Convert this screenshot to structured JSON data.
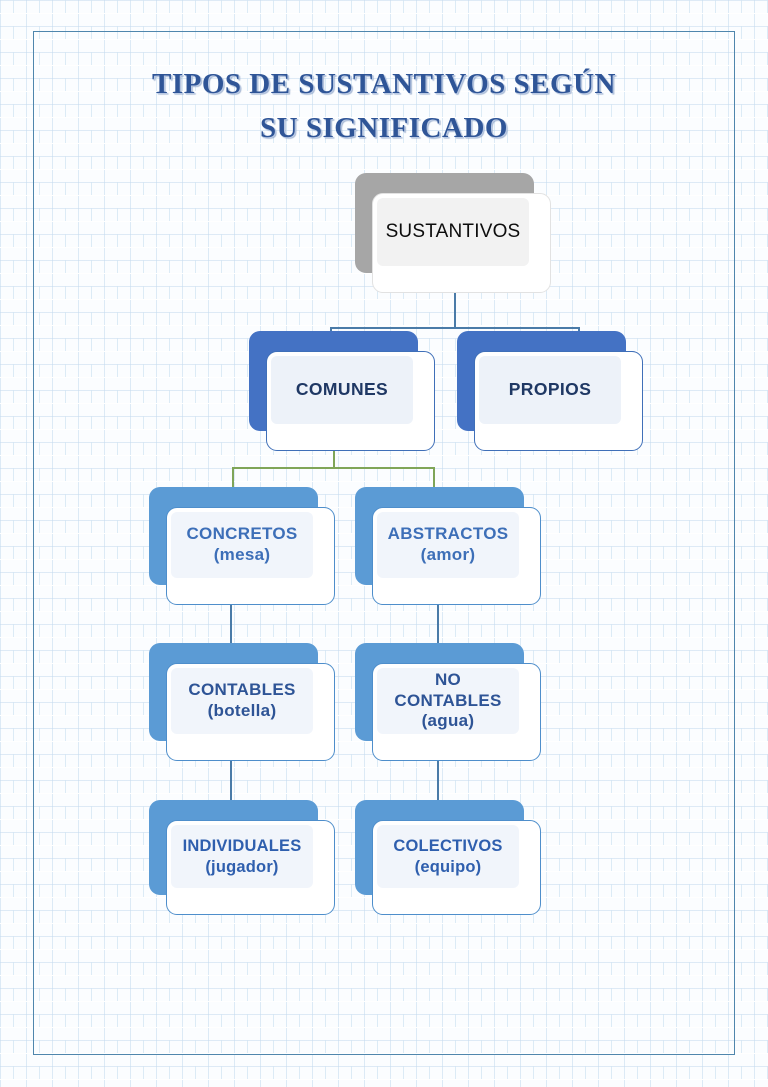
{
  "document": {
    "title_line_1": "TIPOS DE SUSTANTIVOS SEGÚN",
    "title_line_2": "SU SIGNIFICADO",
    "title_color": "#2f5597",
    "border_color": "#4f86ad",
    "background": "light-blue-brick-texture"
  },
  "diagram": {
    "type": "tree",
    "root": {
      "id": "sustantivos",
      "label": "SUSTANTIVOS",
      "shadow_color": "#a6a6a6",
      "text_color": "#0d0d0d"
    },
    "level1": [
      {
        "id": "comunes",
        "label": "COMUNES",
        "shadow_color": "#4472c4",
        "text_color": "#1f3864"
      },
      {
        "id": "propios",
        "label": "PROPIOS",
        "shadow_color": "#4472c4",
        "text_color": "#1f3864"
      }
    ],
    "level2": [
      {
        "id": "concretos",
        "label": "CONCRETOS\n(mesa)",
        "shadow_color": "#5b9bd5",
        "text_color": "#3d6fb8"
      },
      {
        "id": "abstractos",
        "label": "ABSTRACTOS\n(amor)",
        "shadow_color": "#5b9bd5",
        "text_color": "#3d6fb8"
      }
    ],
    "level3": [
      {
        "id": "contables",
        "label": "CONTABLES\n(botella)",
        "shadow_color": "#5b9bd5",
        "text_color": "#2e5496"
      },
      {
        "id": "no-contables",
        "label": "NO\nCONTABLES\n(agua)",
        "shadow_color": "#5b9bd5",
        "text_color": "#2e5496"
      }
    ],
    "level4": [
      {
        "id": "individuales",
        "label": "INDIVIDUALES\n(jugador)",
        "shadow_color": "#5b9bd5",
        "text_color": "#2f5fae"
      },
      {
        "id": "colectivos",
        "label": "COLECTIVOS\n(equipo)",
        "shadow_color": "#5b9bd5",
        "text_color": "#2f5fae"
      }
    ],
    "connectors": [
      {
        "from": "sustantivos",
        "to": "comunes",
        "color": "#4a7ba8"
      },
      {
        "from": "sustantivos",
        "to": "propios",
        "color": "#4a7ba8"
      },
      {
        "from": "comunes",
        "to": "concretos",
        "color": "#7fa558"
      },
      {
        "from": "comunes",
        "to": "abstractos",
        "color": "#7fa558"
      },
      {
        "from": "concretos",
        "to": "contables",
        "color": "#4a7ba8"
      },
      {
        "from": "abstractos",
        "to": "no-contables",
        "color": "#4a7ba8"
      },
      {
        "from": "contables",
        "to": "individuales",
        "color": "#4a7ba8"
      },
      {
        "from": "no-contables",
        "to": "colectivos",
        "color": "#4a7ba8"
      }
    ]
  }
}
